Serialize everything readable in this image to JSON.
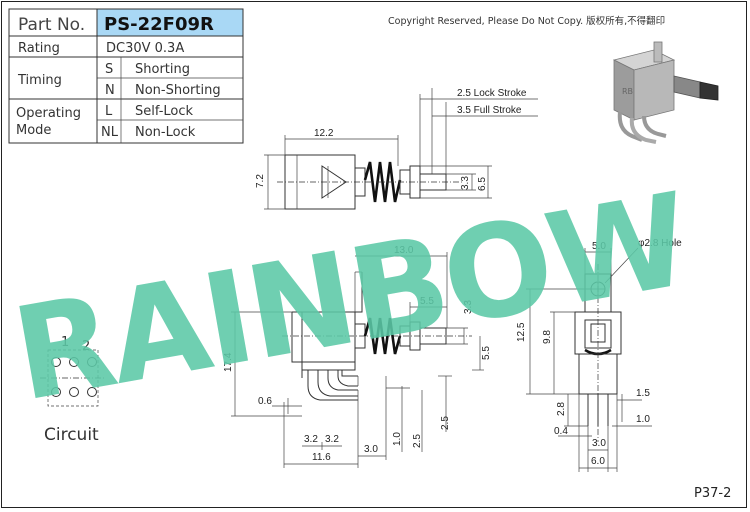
{
  "spec_table": {
    "part_no_label": "Part No.",
    "part_no": "PS-22F09R",
    "rating_label": "Rating",
    "rating_value": "DC30V 0.3A",
    "timing_label": "Timing",
    "timing_rows": [
      {
        "code": "S",
        "desc": "Shorting"
      },
      {
        "code": "N",
        "desc": "Non-Shorting"
      }
    ],
    "operating_label_1": "Operating",
    "operating_label_2": "Mode",
    "operating_rows": [
      {
        "code": "L",
        "desc": "Self-Lock"
      },
      {
        "code": "NL",
        "desc": "Non-Lock"
      }
    ],
    "header_fill": "#a9d8f5"
  },
  "copyright": "Copyright Reserved, Please Do Not Copy. 版权所有,不得翻印",
  "watermark": {
    "text": "RAINBOW",
    "color": "#5cc9a7"
  },
  "circuit_label": "Circuit",
  "circuit_pins": [
    "1",
    "2"
  ],
  "page_code": "P37-2",
  "top_view": {
    "dims": {
      "length": "12.2",
      "height": "7.2",
      "inner": "3.3",
      "outer": "6.5",
      "lock": "2.5 Lock Stroke",
      "full": "3.5 Full Stroke"
    }
  },
  "side_view": {
    "dims": {
      "a": "13.0",
      "b": "5.5",
      "c": "3.3",
      "d": "5.5",
      "e": "17.4",
      "f": "0.6",
      "g1": "3.2",
      "g2": "3.2",
      "h": "3.0",
      "i": "11.6",
      "j": "1.0",
      "k": "2.5",
      "l": "2.5"
    }
  },
  "front_view": {
    "dims": {
      "a": "5.0",
      "hole": "φ2.8 Hole",
      "b": "12.5",
      "c": "9.8",
      "d": "1.5",
      "e": "1.0",
      "f": "2.8",
      "g": "0.4",
      "h": "3.0",
      "i": "6.0"
    }
  }
}
